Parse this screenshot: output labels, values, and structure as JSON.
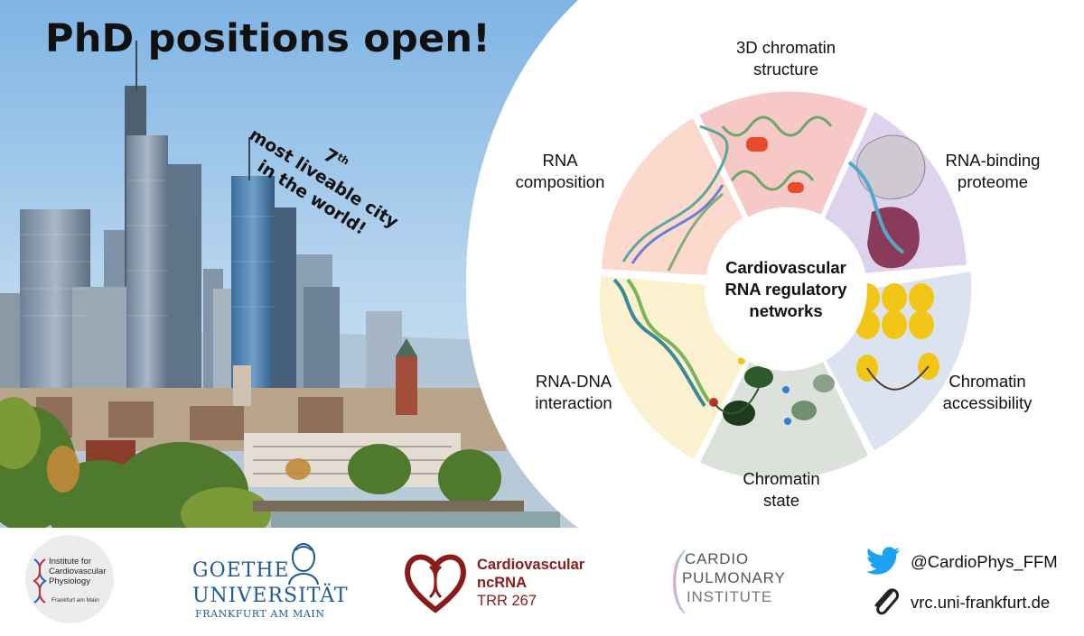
{
  "headline": "PhD positions open!",
  "liveable": {
    "rank": "7",
    "rank_suffix": "th",
    "line1": "most liveable city",
    "line2": "in the world!"
  },
  "wheel": {
    "center": "Cardiovascular\nRNA regulatory\nnetworks",
    "segments": [
      {
        "key": "chromatin-structure",
        "label": "3D chromatin\nstructure"
      },
      {
        "key": "rna-binding-proteome",
        "label": "RNA-binding\nproteome"
      },
      {
        "key": "chromatin-accessibility",
        "label": "Chromatin\naccessibility"
      },
      {
        "key": "chromatin-state",
        "label": "Chromatin\nstate"
      },
      {
        "key": "rna-dna-interaction",
        "label": "RNA-DNA\ninteraction"
      },
      {
        "key": "rna-composition",
        "label": "RNA\ncomposition"
      }
    ]
  },
  "footer": {
    "institute": {
      "name": "Institute for\nCardiovascular\nPhysiology",
      "location": "Frankfurt am Main"
    },
    "goethe": {
      "line1": "GOETHE",
      "line2": "UNIVERSITÄT",
      "line3": "FRANKFURT AM MAIN"
    },
    "ncrna": {
      "line1": "Cardiovascular",
      "line2": "ncRNA",
      "line3": "TRR 267"
    },
    "cpi": {
      "line1": "CARDIO",
      "line2": "PULMONARY",
      "line3": "INSTITUTE"
    },
    "twitter_handle": "@CardioPhys_FFM",
    "website": "vrc.uni-frankfurt.de"
  },
  "colors": {
    "sky": "#a9cdea",
    "segment_structure": "#f7c9c6",
    "segment_proteome": "#ddd3ec",
    "segment_accessibility": "#dbe3f1",
    "segment_state": "#dde1dc",
    "segment_interaction": "#fbf1cf",
    "segment_composition": "#fbd9cc",
    "brand_goethe": "#1e5a96",
    "brand_ncrna": "#8b1a1a",
    "twitter": "#1da1f2"
  },
  "icons": [
    "twitter-bird-icon",
    "paperclip-icon"
  ]
}
